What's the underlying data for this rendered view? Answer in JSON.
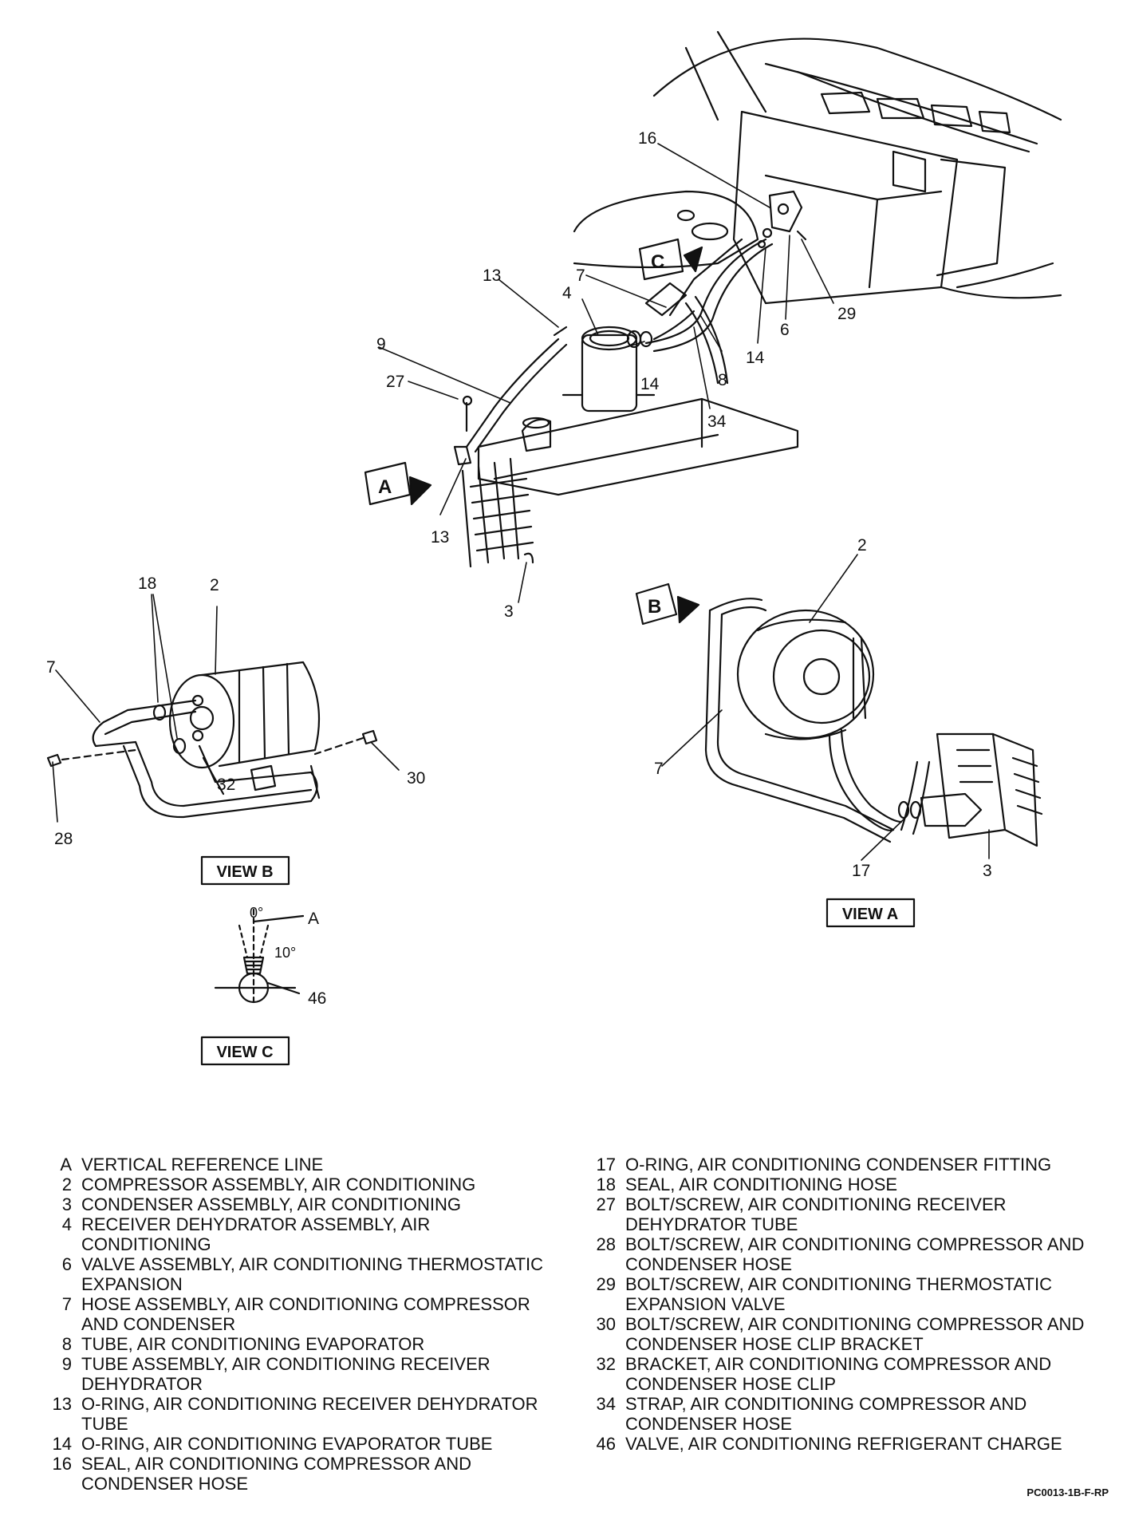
{
  "figure": {
    "ref_code": "PC0013-1B-F-RP",
    "view_labels": {
      "view_a": "VIEW A",
      "view_b": "VIEW B",
      "view_c": "VIEW C"
    },
    "view_markers": {
      "a": "A",
      "b": "B",
      "c": "C"
    },
    "callouts": {
      "main": [
        "16",
        "13",
        "7",
        "4",
        "9",
        "27",
        "14",
        "8",
        "34",
        "13",
        "3",
        "29",
        "6",
        "14"
      ],
      "view_b": [
        "18",
        "2",
        "7",
        "32",
        "28",
        "30"
      ],
      "view_a": [
        "2",
        "7",
        "17",
        "3"
      ],
      "view_c": {
        "zero": "0°",
        "ref": "A",
        "ten": "10°",
        "valve": "46"
      }
    }
  },
  "legend": {
    "left": [
      {
        "num": "A",
        "text": "VERTICAL REFERENCE LINE"
      },
      {
        "num": "2",
        "text": "COMPRESSOR ASSEMBLY, AIR CONDITIONING"
      },
      {
        "num": "3",
        "text": "CONDENSER ASSEMBLY, AIR CONDITIONING"
      },
      {
        "num": "4",
        "text": "RECEIVER DEHYDRATOR ASSEMBLY, AIR CONDITIONING"
      },
      {
        "num": "6",
        "text": "VALVE ASSEMBLY, AIR CONDITIONING THERMOSTATIC EXPANSION"
      },
      {
        "num": "7",
        "text": "HOSE ASSEMBLY, AIR CONDITIONING COMPRESSOR AND CONDENSER"
      },
      {
        "num": "8",
        "text": "TUBE, AIR CONDITIONING EVAPORATOR"
      },
      {
        "num": "9",
        "text": "TUBE ASSEMBLY, AIR CONDITIONING RECEIVER DEHYDRATOR"
      },
      {
        "num": "13",
        "text": "O-RING, AIR CONDITIONING RECEIVER DEHYDRATOR TUBE"
      },
      {
        "num": "14",
        "text": "O-RING, AIR CONDITIONING EVAPORATOR TUBE"
      },
      {
        "num": "16",
        "text": "SEAL, AIR CONDITIONING COMPRESSOR AND CONDENSER HOSE"
      }
    ],
    "right": [
      {
        "num": "17",
        "text": "O-RING, AIR CONDITIONING CONDENSER FITTING"
      },
      {
        "num": "18",
        "text": "SEAL, AIR CONDITIONING HOSE"
      },
      {
        "num": "27",
        "text": "BOLT/SCREW, AIR CONDITIONING RECEIVER DEHYDRATOR TUBE"
      },
      {
        "num": "28",
        "text": "BOLT/SCREW, AIR CONDITIONING COMPRESSOR AND CONDENSER HOSE"
      },
      {
        "num": "29",
        "text": "BOLT/SCREW, AIR CONDITIONING THERMOSTATIC EXPANSION VALVE"
      },
      {
        "num": "30",
        "text": "BOLT/SCREW, AIR CONDITIONING COMPRESSOR AND CONDENSER HOSE CLIP BRACKET"
      },
      {
        "num": "32",
        "text": "BRACKET, AIR CONDITIONING COMPRESSOR AND CONDENSER HOSE CLIP"
      },
      {
        "num": "34",
        "text": "STRAP, AIR CONDITIONING COMPRESSOR AND CONDENSER HOSE"
      },
      {
        "num": "46",
        "text": "VALVE, AIR CONDITIONING REFRIGERANT CHARGE"
      }
    ]
  }
}
